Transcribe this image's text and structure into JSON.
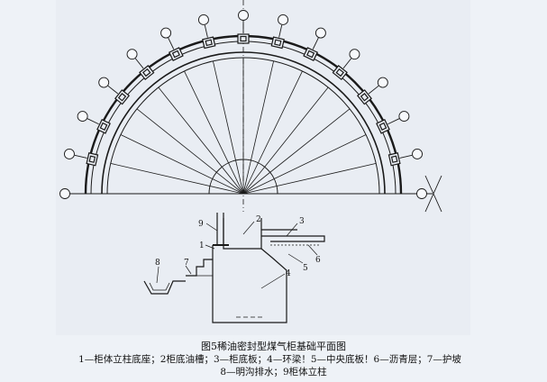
{
  "diagram": {
    "balloon_count": 15,
    "labels": {
      "l1": "1",
      "l2": "2",
      "l3": "3",
      "l4": "4",
      "l5": "5",
      "l6": "6",
      "l7": "7",
      "l8": "8",
      "l9": "9"
    }
  },
  "caption": {
    "title": "图5稀油密封型煤气柜基础平面图",
    "line1": "1—柜体立柱底座；2柜底油槽；3—柜底板；4—环梁！5—中央底板！6—沥青层；7—护坡",
    "line2": "8—明沟排水；9柜体立柱"
  },
  "colors": {
    "background": "#eef2f7",
    "ink": "#1a1a1a"
  }
}
